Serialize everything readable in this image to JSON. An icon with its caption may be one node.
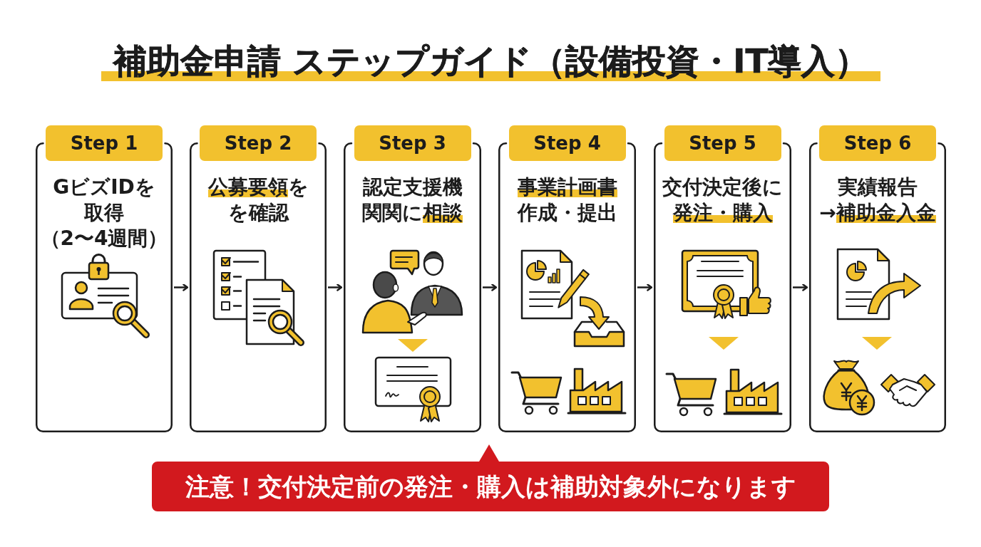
{
  "diagram": {
    "title": "補助金申請 ステップガイド（設備投資・IT導入）",
    "nodes": [
      {
        "text": [
          "Step 1",
          "GビズIDを取得（2〜4週間）"
        ]
      },
      {
        "text": [
          "Step 2",
          "公募要領をを確認"
        ]
      },
      {
        "text": [
          "Step 3",
          "認定支援機関関に相談"
        ]
      },
      {
        "text": [
          "Step 4",
          "事業計画書作成・提出"
        ]
      },
      {
        "text": [
          "Step 5",
          "交付決定後に発注・購入"
        ]
      },
      {
        "text": [
          "Step 6",
          "実績報告→補助金入金"
        ]
      },
      {
        "text": [
          "注意！交付決定前の発注・購入は補助対象外になります"
        ]
      }
    ],
    "edges": [
      {
        "from": 0,
        "to": 1,
        "arrow": "to"
      },
      {
        "from": 1,
        "to": 2,
        "arrow": "to"
      },
      {
        "from": 2,
        "to": 3,
        "arrow": "to"
      },
      {
        "from": 3,
        "to": 4,
        "arrow": "to"
      },
      {
        "from": 4,
        "to": 5,
        "arrow": "to"
      }
    ]
  }
}
